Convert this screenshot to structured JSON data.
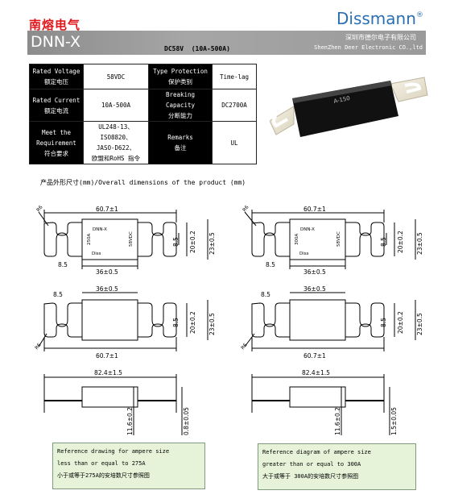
{
  "header": {
    "brand_cn": "南熔电气",
    "brand_en": "Dissmann",
    "brand_mark": "®",
    "model": "DNN-X",
    "spec_line": "DC58V  (10A-500A)",
    "company_cn": "深圳市德尔电子有限公司",
    "company_en": "ShenZhen Deer Electronic CO.,ltd"
  },
  "spec_table": {
    "rows": [
      {
        "h1_en": "Rated Voltage",
        "h1_cn": "额定电压",
        "v1": "58VDC",
        "h2_en": "Type Protection",
        "h2_cn": "保护类别",
        "v2": "Time-lag"
      },
      {
        "h1_en": "Rated Current",
        "h1_cn": "额定电流",
        "v1": "10A-500A",
        "h2_en": "Breaking Capacity",
        "h2_cn": "分断能力",
        "v2": "DC2700A"
      },
      {
        "h1_a": "Meet the",
        "h1_b": "Requirement",
        "h1_cn": "符合要求",
        "v1_a": "UL248-13、ISO8820、",
        "v1_b": "JASO-D622、",
        "v1_c": "欧盟和RoHS 指令",
        "h2_en": "Remarks",
        "h2_cn": "备注",
        "v2": "UL"
      }
    ]
  },
  "photo": {
    "label": "A-150"
  },
  "dimensions_title": "产品外形尺寸(mm)/Overall dimensions of the product (mm)",
  "drawings": {
    "left": {
      "top_width": "60.7±1",
      "body_width": "36±0.5",
      "slot_width": "8.5",
      "radius": "R6",
      "h_slot": "8.5",
      "h_inner": "20±0.2",
      "h_outer": "23±0.5",
      "fuse_model": "DNN-X",
      "fuse_rating": "250A",
      "fuse_voltage": "58VDC",
      "fuse_brand": "Diss",
      "length": "82.4±1.5",
      "height": "11.6±0.2",
      "thickness": "0.8±0.05"
    },
    "right": {
      "top_width": "60.7±1",
      "body_width": "36±0.5",
      "slot_width": "8.5",
      "radius": "R6",
      "h_slot": "8.5",
      "h_inner": "20±0.2",
      "h_outer": "23±0.5",
      "fuse_model": "DNN-X",
      "fuse_rating": "300A",
      "fuse_voltage": "58VDC",
      "fuse_brand": "Diss",
      "length": "82.4±1.5",
      "height": "11.6±0.2",
      "thickness": "1.5±0.05"
    }
  },
  "notes": {
    "left_l1": "Reference drawing for ampere size",
    "left_l2": "less than or equal to 275A",
    "left_l3": "小于或等于275A的安培数尺寸参照图",
    "right_l1": "Reference diagram of ampere size",
    "right_l2": "greater than or equal to 300A",
    "right_l3": "大于或等于 300A的安培数尺寸参照图"
  }
}
